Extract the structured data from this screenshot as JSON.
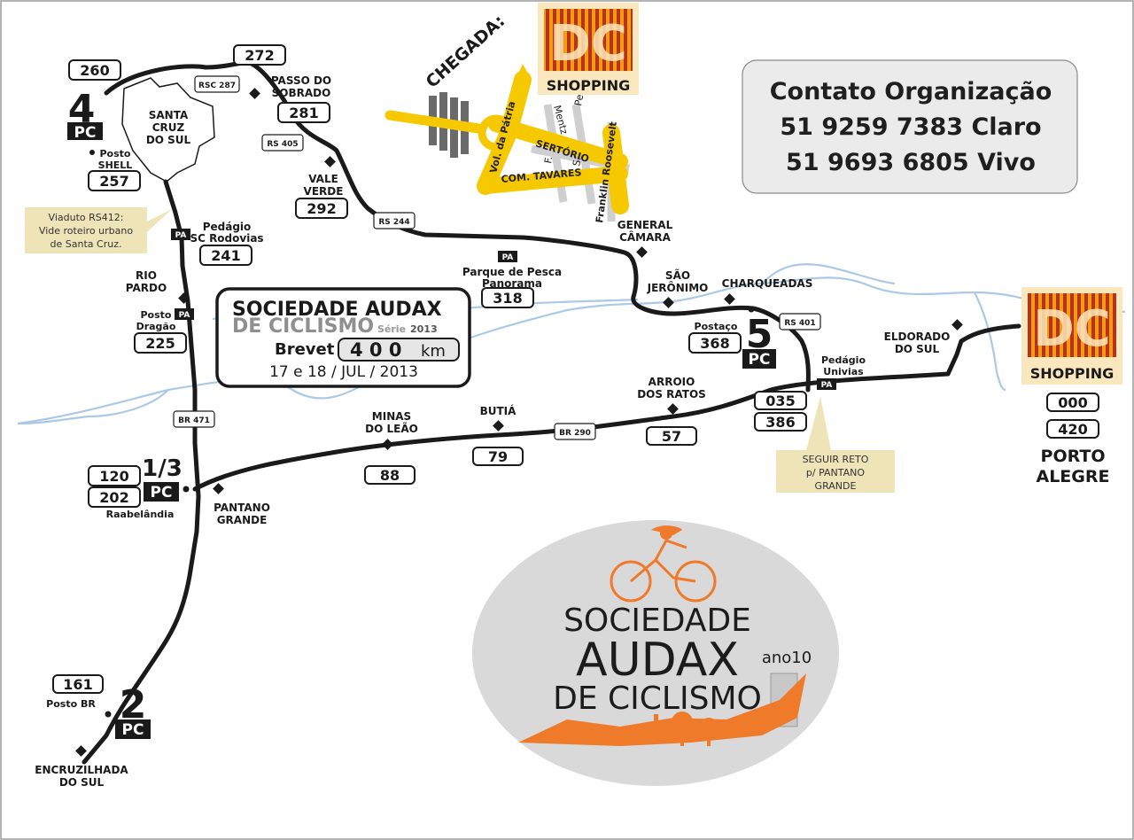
{
  "contact": {
    "title": "Contato Organização",
    "phone1": "51 9259 7383 Claro",
    "phone2": "51 9693 6805 Vivo"
  },
  "event": {
    "line1": "SOCIEDADE AUDAX",
    "line2": "DE CICLISMO",
    "serie_word": "Série",
    "serie_year": "2013",
    "brevet": "Brevet",
    "distance": "4 0 0",
    "unit": "km",
    "dates": "17 e 18 / JUL / 2013"
  },
  "arrival": {
    "label": "CHEGADA:",
    "streets": {
      "vol_patria": "Vol. da Pátria",
      "mentz": "Mentz",
      "pedroso": "Pedroso",
      "f": "F.",
      "s": "S.",
      "sertorio": "SERTÓRIO",
      "com_tavares": "COM. TAVARES",
      "franklin": "Franklin Roosevelt"
    }
  },
  "brand": {
    "mark": "DC",
    "name": "SHOPPING"
  },
  "checkpoints": {
    "pc4": {
      "num": "4",
      "label": "PC"
    },
    "pc13": {
      "num": "1/3",
      "label": "PC"
    },
    "pc2": {
      "num": "2",
      "label": "PC"
    },
    "pc5": {
      "num": "5",
      "label": "PC"
    }
  },
  "places": {
    "santa_cruz_1": "SANTA",
    "santa_cruz_2": "CRUZ",
    "santa_cruz_3": "DO SUL",
    "passo_1": "PASSO DO",
    "passo_2": "SOBRADO",
    "vale_1": "VALE",
    "vale_2": "VERDE",
    "posto_shell_1": "Posto",
    "posto_shell_2": "SHELL",
    "pedagio_sc_1": "Pedágio",
    "pedagio_sc_2": "SC Rodovias",
    "rio_pardo_1": "RIO",
    "rio_pardo_2": "PARDO",
    "posto_dragao_1": "Posto",
    "posto_dragao_2": "Dragão",
    "general_1": "GENERAL",
    "general_2": "CÂMARA",
    "sao_jer_1": "SÃO",
    "sao_jer_2": "JERÔNIMO",
    "charqueadas": "CHARQUEADAS",
    "parque_1": "Parque de Pesca",
    "parque_2": "Panorama",
    "postaco": "Postaço",
    "eldorado_1": "ELDORADO",
    "eldorado_2": "DO SUL",
    "pedagio_un_1": "Pedágio",
    "pedagio_un_2": "Univias",
    "arroio_1": "ARROIO",
    "arroio_2": "DOS RATOS",
    "butia": "BUTIÁ",
    "minas_1": "MINAS",
    "minas_2": "DO LEÃO",
    "raabelandia": "Raabelândia",
    "pantano_1": "PANTANO",
    "pantano_2": "GRANDE",
    "posto_br": "Posto BR",
    "encruz_1": "ENCRUZILHADA",
    "encruz_2": "DO SUL",
    "porto_1": "PORTO",
    "porto_2": "ALEGRE"
  },
  "km": {
    "k260": "260",
    "k272": "272",
    "k281": "281",
    "k257": "257",
    "k292": "292",
    "k241": "241",
    "k225": "225",
    "k318": "318",
    "k368": "368",
    "k120": "120",
    "k202": "202",
    "k88": "88",
    "k79": "79",
    "k57": "57",
    "k035": "035",
    "k386": "386",
    "k000": "000",
    "k420": "420",
    "k161": "161"
  },
  "roads": {
    "rsc287": "RSC 287",
    "rs405": "RS 405",
    "rs244": "RS 244",
    "br471": "BR 471",
    "br290": "BR 290",
    "rs401": "RS 401",
    "pa": "PA"
  },
  "notes": {
    "viaduto_1": "Viaduto RS412:",
    "viaduto_2": "Vide roteiro urbano",
    "viaduto_3": "de Santa Cruz.",
    "seguir_1": "SEGUIR RETO",
    "seguir_2": "p/ PANTANO",
    "seguir_3": "GRANDE"
  },
  "logo": {
    "line1": "SOCIEDADE",
    "line2": "AUDAX",
    "line3": "DE CICLISMO",
    "ano": "ano10"
  },
  "colors": {
    "road": "#1a1a1a",
    "river": "#a9c9e6",
    "note_bg": "#efe4b8",
    "orange": "#ee7a2a",
    "yellow": "#f6c800",
    "dc_red": "#c0392b",
    "dc_bg": "#fbe7bd",
    "logo_bg": "#d9d9d9",
    "contact_bg": "#ebebeb"
  }
}
